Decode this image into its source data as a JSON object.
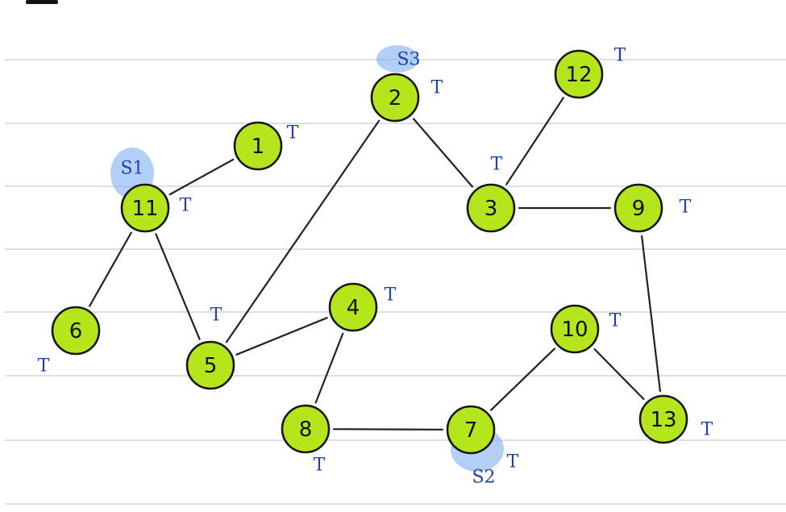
{
  "diagram": {
    "nodes": [
      {
        "id": "1",
        "label": "1",
        "mark": "T"
      },
      {
        "id": "2",
        "label": "2",
        "mark": "T"
      },
      {
        "id": "3",
        "label": "3",
        "mark": "T"
      },
      {
        "id": "4",
        "label": "4",
        "mark": "T"
      },
      {
        "id": "5",
        "label": "5",
        "mark": "T"
      },
      {
        "id": "6",
        "label": "6",
        "mark": "T"
      },
      {
        "id": "7",
        "label": "7",
        "mark": "T"
      },
      {
        "id": "8",
        "label": "8",
        "mark": "T"
      },
      {
        "id": "9",
        "label": "9",
        "mark": "T"
      },
      {
        "id": "10",
        "label": "10",
        "mark": "T"
      },
      {
        "id": "11",
        "label": "11",
        "mark": "T"
      },
      {
        "id": "12",
        "label": "12",
        "mark": "T"
      },
      {
        "id": "13",
        "label": "13",
        "mark": "T"
      }
    ],
    "edges": [
      {
        "from": "11",
        "to": "1"
      },
      {
        "from": "11",
        "to": "6"
      },
      {
        "from": "11",
        "to": "5"
      },
      {
        "from": "5",
        "to": "2"
      },
      {
        "from": "5",
        "to": "4"
      },
      {
        "from": "4",
        "to": "8"
      },
      {
        "from": "8",
        "to": "7"
      },
      {
        "from": "7",
        "to": "10"
      },
      {
        "from": "10",
        "to": "13"
      },
      {
        "from": "13",
        "to": "9"
      },
      {
        "from": "9",
        "to": "3"
      },
      {
        "from": "3",
        "to": "12"
      },
      {
        "from": "3",
        "to": "2"
      }
    ],
    "start_marks": [
      {
        "node": "11",
        "label": "S1"
      },
      {
        "node": "7",
        "label": "S2"
      },
      {
        "node": "2",
        "label": "S3"
      }
    ],
    "colors": {
      "node_fill": "#b5e61d",
      "node_stroke": "#161616",
      "edge": "#222222",
      "annotation": "#1f3fb0",
      "highlight": "#7fb0f0",
      "ruled_line": "#dedee3"
    }
  }
}
